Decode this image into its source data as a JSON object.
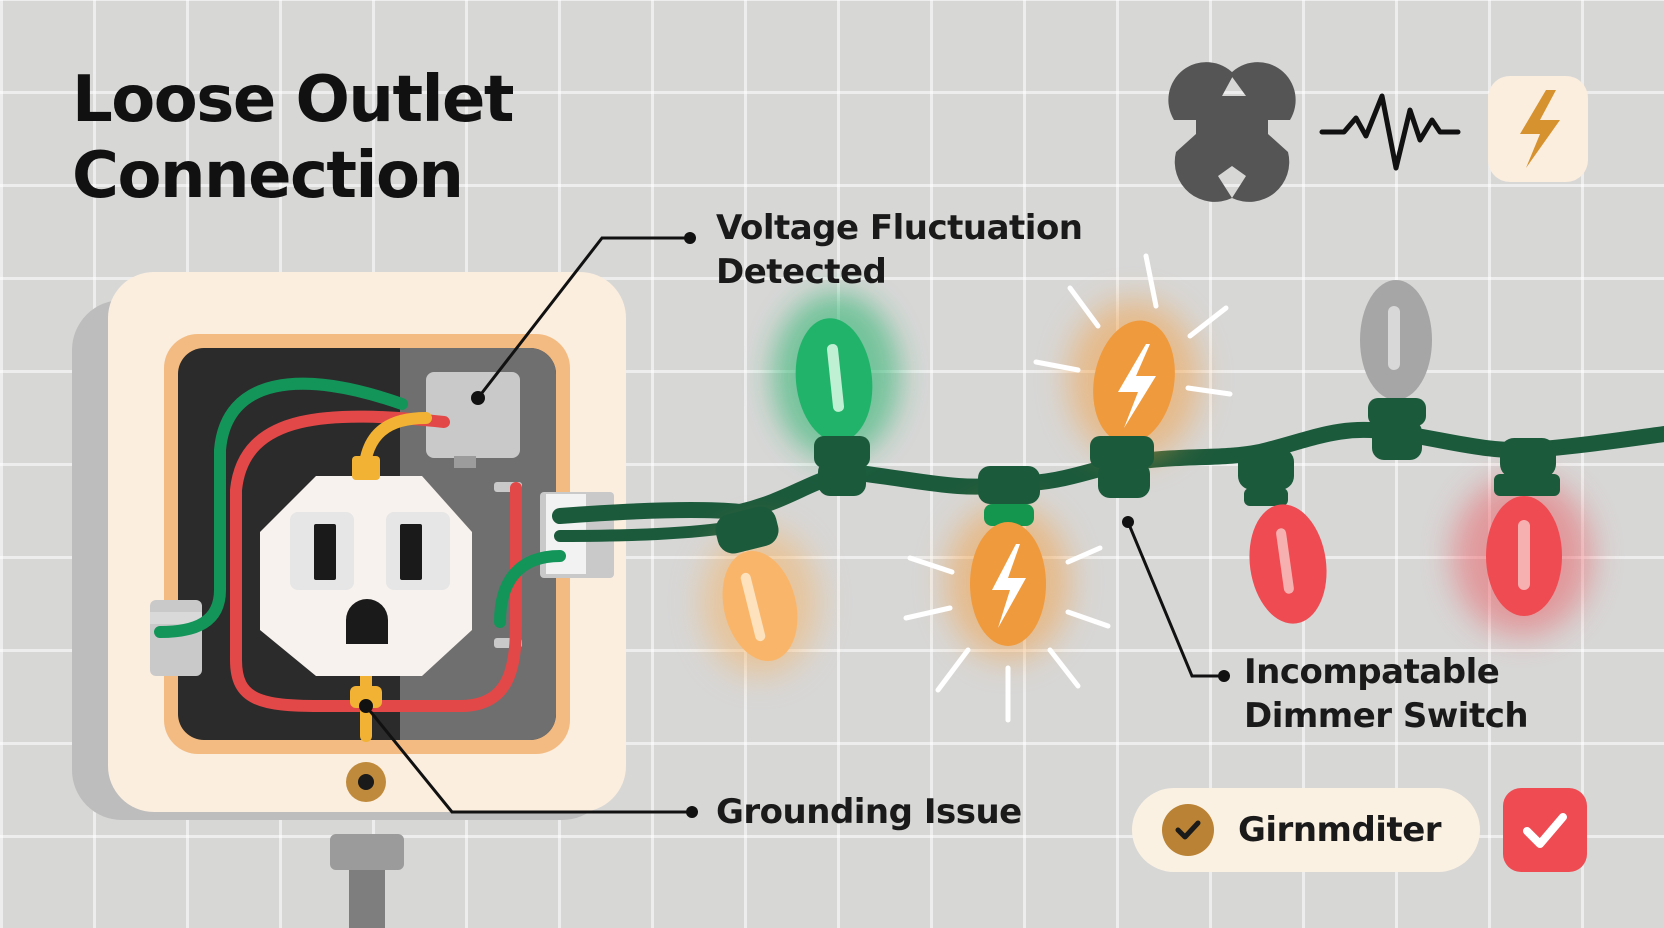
{
  "title": {
    "line1": "Loose Outlet",
    "line2": "Connection"
  },
  "callouts": {
    "voltage": {
      "line1": "Voltage Fluctuation",
      "line2": "Detected"
    },
    "dimmer": {
      "line1": "Incompatable",
      "line2": "Dimmer Switch"
    },
    "grounding": {
      "line1": "Grounding Issue"
    }
  },
  "status": {
    "pill_label": "Girnmditer"
  },
  "icons": [
    "wrench-icon",
    "waveform-icon",
    "lightning-icon",
    "check-circle-icon",
    "check-icon"
  ],
  "colors": {
    "cord_green": "#1c5a3c",
    "bulb_green": "#22b36a",
    "bulb_orange": "#ef9a3d",
    "bulb_red": "#ee4b52",
    "bulb_gray": "#a6a6a6",
    "accent_red": "#ee4b52",
    "accent_brown": "#b98234"
  }
}
